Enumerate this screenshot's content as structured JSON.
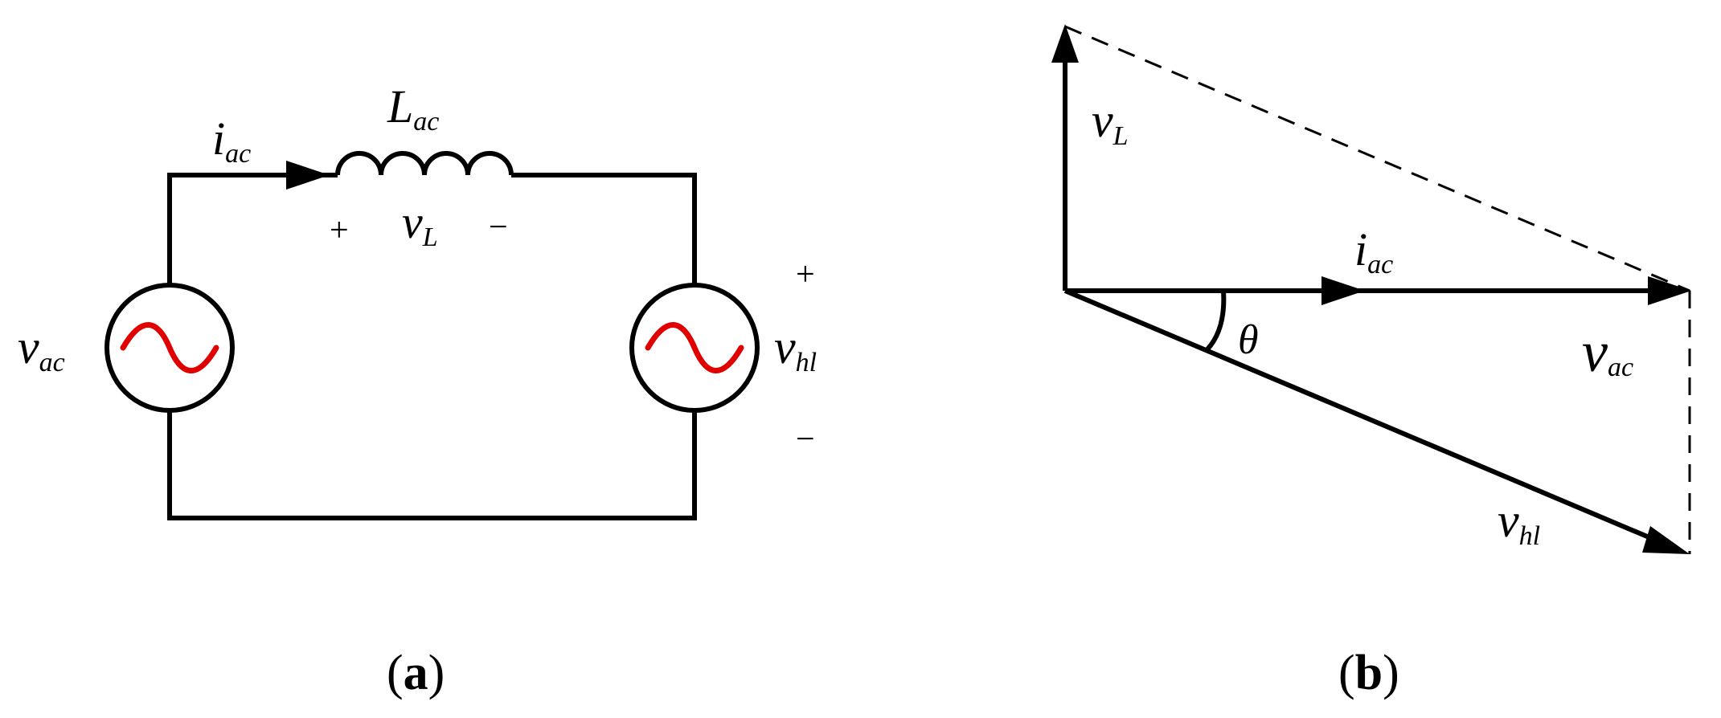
{
  "panel_a": {
    "caption_letter": "a",
    "current_label": "i",
    "current_sub": "ac",
    "inductor_label": "L",
    "inductor_sub": "ac",
    "inductor_v_label": "v",
    "inductor_v_sub": "L",
    "plus_left": "+",
    "minus_left": "−",
    "source_left_label": "v",
    "source_left_sub": "ac",
    "source_right_label": "v",
    "source_right_sub": "hl",
    "plus_right": "+",
    "minus_right": "−"
  },
  "panel_b": {
    "caption_letter": "b",
    "vL_label": "v",
    "vL_sub": "L",
    "iac_label": "i",
    "iac_sub": "ac",
    "vac_label": "v",
    "vac_sub": "ac",
    "vhl_label": "v",
    "vhl_sub": "hl",
    "angle_label": "θ"
  },
  "colors": {
    "ink": "#000000",
    "sine": "#e00000"
  }
}
